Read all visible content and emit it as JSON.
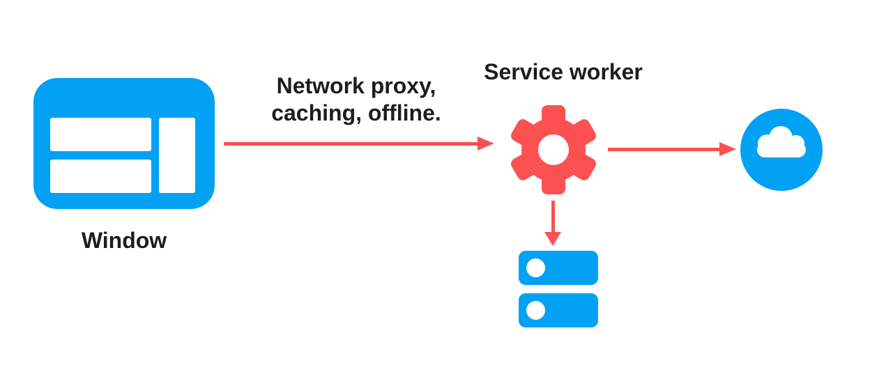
{
  "colors": {
    "blue": "#03a1f4",
    "red": "#fb5151",
    "text": "#1d1d1d",
    "background": "#ffffff"
  },
  "nodes": {
    "window": {
      "label": "Window",
      "icon": "browser-window-icon"
    },
    "service_worker": {
      "label": "Service worker",
      "icon": "gear-icon"
    },
    "network": {
      "icon": "cloud-icon"
    },
    "cache_storage": {
      "icon": "database-stack-icon",
      "rows": 2
    }
  },
  "edges": {
    "window_to_service_worker": {
      "label": "Network proxy,\ncaching, offline.",
      "direction": "right"
    },
    "service_worker_to_network": {
      "label": "",
      "direction": "right"
    },
    "service_worker_to_cache": {
      "label": "",
      "direction": "down"
    }
  }
}
